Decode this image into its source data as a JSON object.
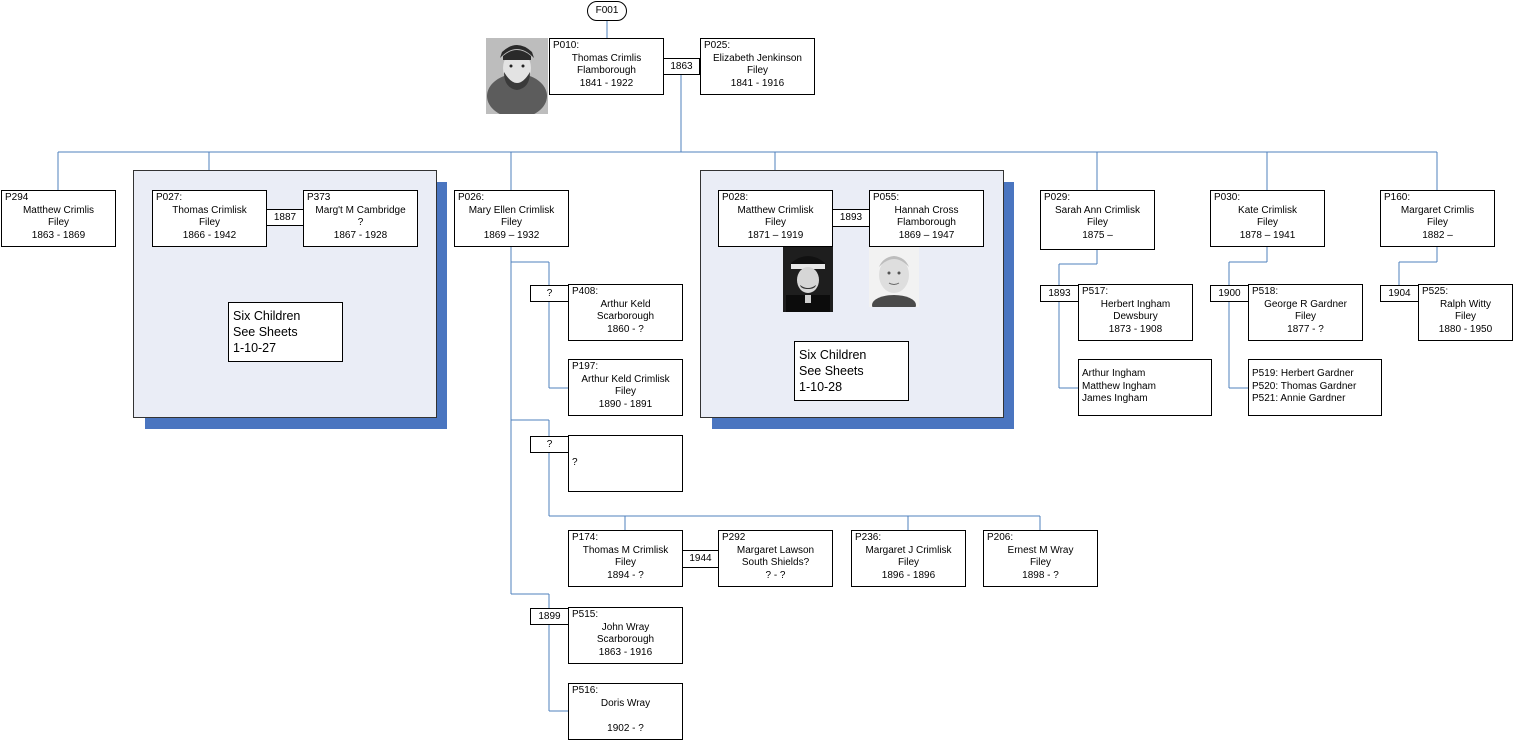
{
  "family_id": "F001",
  "root": {
    "husband": {
      "id": "P010:",
      "lines": [
        "Thomas Crimlis",
        "Flamborough",
        "1841 - 1922"
      ]
    },
    "wife": {
      "id": "P025:",
      "lines": [
        "Elizabeth Jenkinson",
        "Filey",
        "1841 - 1916"
      ]
    },
    "marriage_year": "1863"
  },
  "children": {
    "p294": {
      "id": "P294",
      "lines": [
        "Matthew Crimlis",
        "Filey",
        "1863 - 1869"
      ]
    },
    "p027": {
      "id": "P027:",
      "lines": [
        "Thomas Crimlisk",
        "Filey",
        "1866 - 1942"
      ]
    },
    "p373": {
      "id": "P373",
      "lines": [
        "Marg't M Cambridge",
        "?",
        "1867 - 1928"
      ]
    },
    "p027_year": "1887",
    "p027_children_note": [
      "Six Children",
      "See Sheets",
      "1-10-27"
    ],
    "p026": {
      "id": "P026:",
      "lines": [
        "Mary Ellen Crimlisk",
        "Filey",
        "1869 – 1932"
      ]
    },
    "p408_year": "?",
    "p408": {
      "id": "P408:",
      "lines": [
        "Arthur Keld",
        "Scarborough",
        "1860 - ?"
      ]
    },
    "p197": {
      "id": "P197:",
      "lines": [
        "Arthur Keld Crimlisk",
        "Filey",
        "1890 - 1891"
      ]
    },
    "unknown_year": "?",
    "unknown_spouse": "?",
    "p174": {
      "id": "P174:",
      "lines": [
        "Thomas M Crimlisk",
        "Filey",
        "1894 - ?"
      ]
    },
    "p174_year": "1944",
    "p292": {
      "id": "P292",
      "lines": [
        "Margaret Lawson",
        "South Shields?",
        "? - ?"
      ]
    },
    "p236": {
      "id": "P236:",
      "lines": [
        "Margaret J Crimlisk",
        "Filey",
        "1896 - 1896"
      ]
    },
    "p206": {
      "id": "P206:",
      "lines": [
        "Ernest M Wray",
        "Filey",
        "1898 - ?"
      ]
    },
    "p515_year": "1899",
    "p515": {
      "id": "P515:",
      "lines": [
        "John Wray",
        "Scarborough",
        "1863 - 1916"
      ]
    },
    "p516": {
      "id": "P516:",
      "lines": [
        "Doris Wray",
        "",
        "1902 - ?"
      ]
    },
    "p028": {
      "id": "P028:",
      "lines": [
        "Matthew Crimlisk",
        "Filey",
        "1871 – 1919"
      ]
    },
    "p055": {
      "id": "P055:",
      "lines": [
        "Hannah Cross",
        "Flamborough",
        "1869 – 1947"
      ]
    },
    "p028_year": "1893",
    "p028_children_note": [
      "Six Children",
      "See Sheets",
      "1-10-28"
    ],
    "p029": {
      "id": "P029:",
      "lines": [
        "Sarah Ann Crimlisk",
        "Filey",
        "1875 –"
      ]
    },
    "p517_year": "1893",
    "p517": {
      "id": "P517:",
      "lines": [
        "Herbert Ingham",
        "Dewsbury",
        "1873 - 1908"
      ]
    },
    "ingham_children": [
      "Arthur Ingham",
      "Matthew Ingham",
      "James Ingham"
    ],
    "p030": {
      "id": "P030:",
      "lines": [
        "Kate Crimlisk",
        "Filey",
        "1878 – 1941"
      ]
    },
    "p518_year": "1900",
    "p518": {
      "id": "P518:",
      "lines": [
        "George R Gardner",
        "Filey",
        "1877 - ?"
      ]
    },
    "gardner_children": [
      "P519: Herbert Gardner",
      "P520: Thomas Gardner",
      "P521: Annie Gardner"
    ],
    "p160": {
      "id": "P160:",
      "lines": [
        "Margaret Crimlis",
        "Filey",
        "1882 –"
      ]
    },
    "p525_year": "1904",
    "p525": {
      "id": "P525:",
      "lines": [
        "Ralph Witty",
        "Filey",
        "1880 - 1950"
      ]
    }
  },
  "colors": {
    "connector": "#4f81bd",
    "panel": "#eaedf6",
    "panel_shadow": "#4a75c0",
    "box_border": "#000000"
  }
}
